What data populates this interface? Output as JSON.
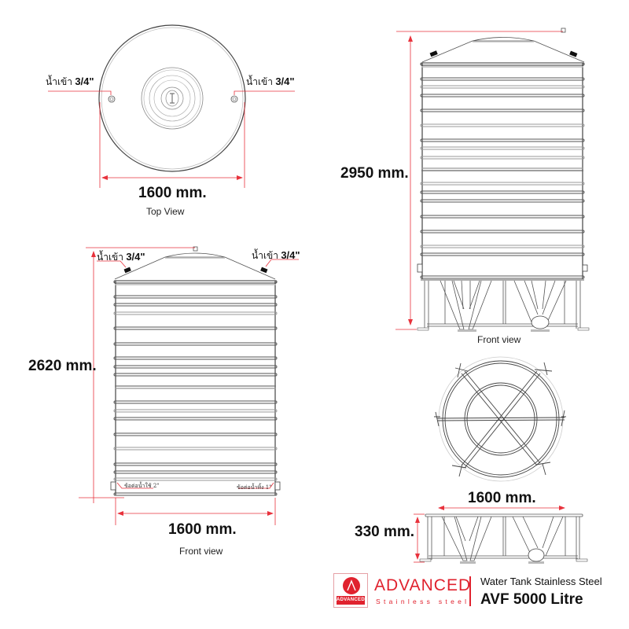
{
  "product": {
    "type": "Water Tank Stainless Steel",
    "model": "AVF 5000 Litre"
  },
  "brand": {
    "name": "ADVANCED",
    "tagline": "Stainless steel",
    "logo_text": "ADVANCED",
    "color": "#e0222e"
  },
  "top_view": {
    "caption": "Top View",
    "diameter": "1600 mm.",
    "inlet_left": {
      "thai": "น้ำเข้า",
      "size": "3/4\""
    },
    "inlet_right": {
      "thai": "น้ำเข้า",
      "size": "3/4\""
    }
  },
  "front_view_tank": {
    "caption": "Front view",
    "height": "2620 mm.",
    "width": "1600 mm.",
    "inlet_left": {
      "thai": "น้ำเข้า",
      "size": "3/4\""
    },
    "inlet_right": {
      "thai": "น้ำเข้า",
      "size": "3/4\""
    },
    "outlet_left": "ข้อต่อน้ำใช้ 2\"",
    "outlet_right": "ข้อต่อน้ำทิ้ง 1\""
  },
  "front_view_with_stand": {
    "caption": "Front view",
    "height": "2950 mm."
  },
  "stand_top_view": {
    "diameter": "1600 mm."
  },
  "stand_side_view": {
    "height": "330 mm."
  },
  "colors": {
    "dimension_line": "#e8323c",
    "outline": "#333333",
    "band_gray": "#b8b8b8"
  }
}
